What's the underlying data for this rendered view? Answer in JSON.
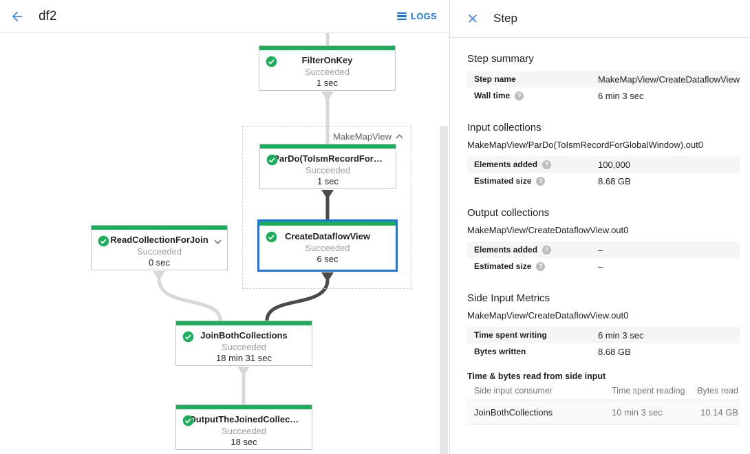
{
  "colors": {
    "green": "#1aaf5a",
    "accent_blue": "#1a73e8",
    "selection_blue": "#1a73e8",
    "edge_light": "#d8d8d8",
    "edge_dark": "#4a4a4a"
  },
  "toolbar": {
    "title": "df2",
    "logs_label": "LOGS"
  },
  "graph": {
    "group": {
      "label": "MakeMapView"
    },
    "nodes": [
      {
        "title": "FilterOnKey",
        "status": "Succeeded",
        "time": "1 sec"
      },
      {
        "title": "ParDo(ToIsmRecordFor…",
        "status": "Succeeded",
        "time": "1 sec"
      },
      {
        "title": "CreateDataflowView",
        "status": "Succeeded",
        "time": "6 sec",
        "selected": true
      },
      {
        "title": "ReadCollectionForJoin",
        "status": "Succeeded",
        "time": "0 sec"
      },
      {
        "title": "JoinBothCollections",
        "status": "Succeeded",
        "time": "18 min 31 sec"
      },
      {
        "title": "OutputTheJoinedCollec…",
        "status": "Succeeded",
        "time": "18 sec"
      }
    ]
  },
  "panel": {
    "title": "Step",
    "step_summary": {
      "heading": "Step summary",
      "rows": [
        {
          "label": "Step name",
          "value": "MakeMapView/CreateDataflowView"
        },
        {
          "label": "Wall time",
          "value": "6 min 3 sec"
        }
      ]
    },
    "input_collections": {
      "heading": "Input collections",
      "collection": "MakeMapView/ParDo(ToIsmRecordForGlobalWindow).out0",
      "rows": [
        {
          "label": "Elements added",
          "value": "100,000"
        },
        {
          "label": "Estimated size",
          "value": "8.68 GB"
        }
      ]
    },
    "output_collections": {
      "heading": "Output collections",
      "collection": "MakeMapView/CreateDataflowView.out0",
      "rows": [
        {
          "label": "Elements added",
          "value": "–"
        },
        {
          "label": "Estimated size",
          "value": "–"
        }
      ]
    },
    "side_input_metrics": {
      "heading": "Side Input Metrics",
      "collection": "MakeMapView/CreateDataflowView.out0",
      "rows": [
        {
          "label": "Time spent writing",
          "value": "6 min 3 sec"
        },
        {
          "label": "Bytes written",
          "value": "8.68 GB"
        }
      ]
    },
    "side_input_table": {
      "heading": "Time & bytes read from side input",
      "columns": [
        "Side input consumer",
        "Time spent reading",
        "Bytes read"
      ],
      "rows": [
        {
          "consumer": "JoinBothCollections",
          "time_reading": "10 min 3 sec",
          "bytes_read": "10.14 GB"
        }
      ]
    }
  }
}
